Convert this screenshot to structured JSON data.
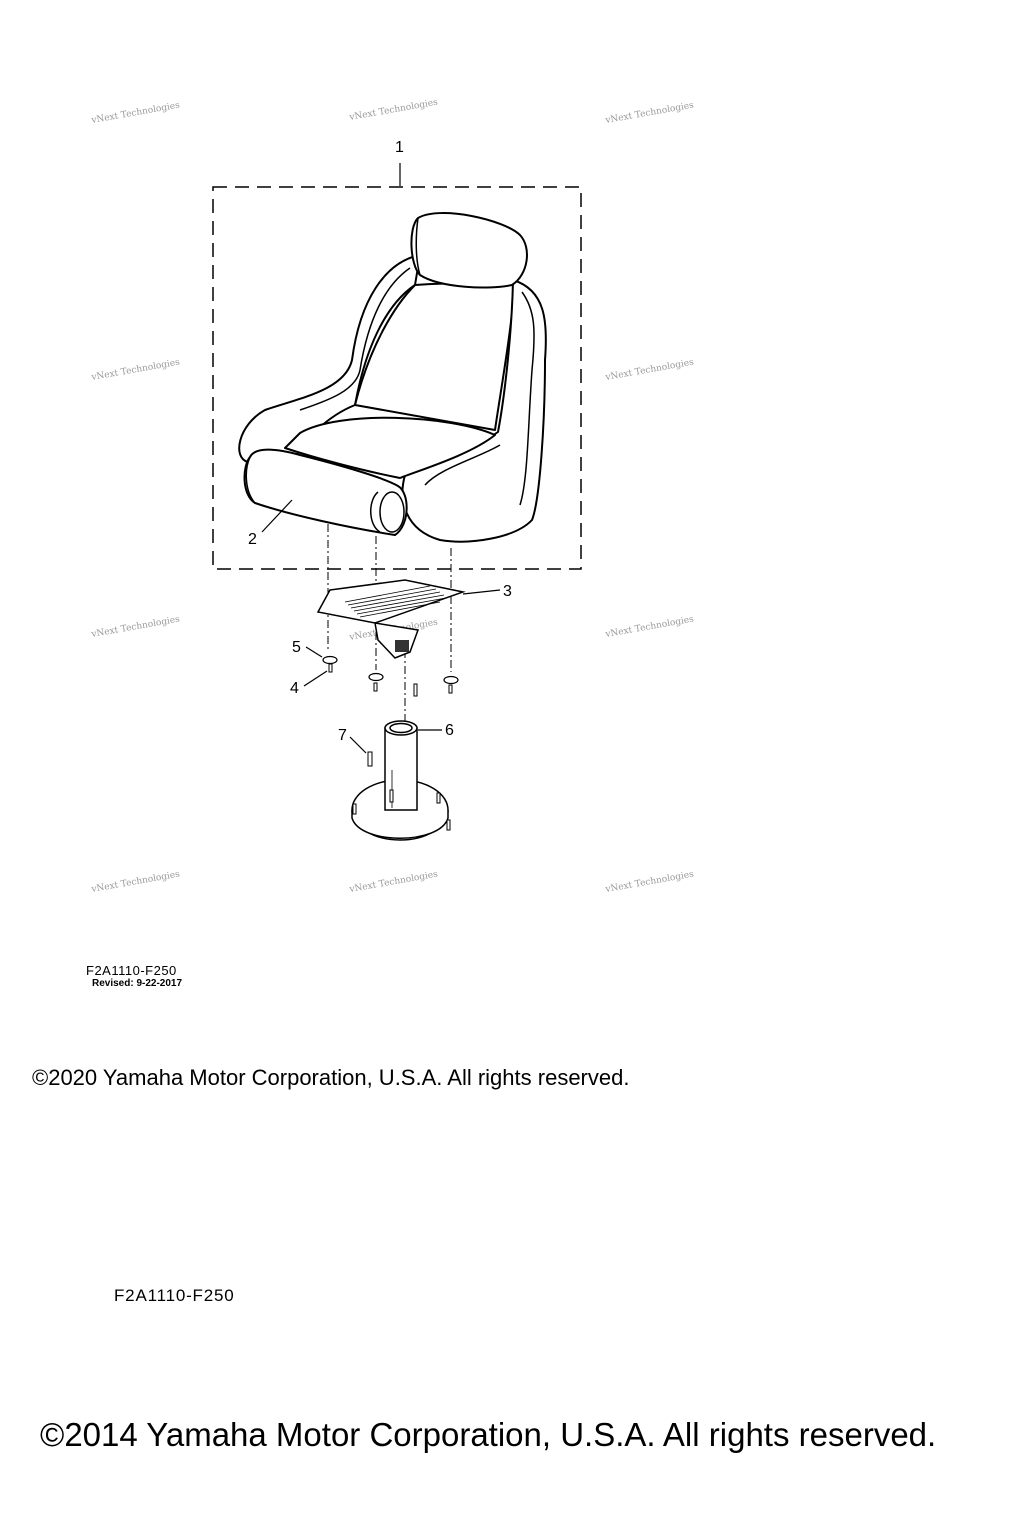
{
  "diagram": {
    "callouts": {
      "c1": "1",
      "c2": "2",
      "c3": "3",
      "c4": "4",
      "c5": "5",
      "c6": "6",
      "c7": "7"
    },
    "watermark": "vNext Technologies"
  },
  "footer": {
    "ref_code": "F2A1110-F250",
    "revised": "Revised: 9-22-2017",
    "copyright_2020": "©2020 Yamaha Motor Corporation, U.S.A. All rights reserved.",
    "ref_code_2": "F2A1110-F250",
    "copyright_2014": "©2014 Yamaha Motor Corporation, U.S.A. All rights reserved."
  }
}
